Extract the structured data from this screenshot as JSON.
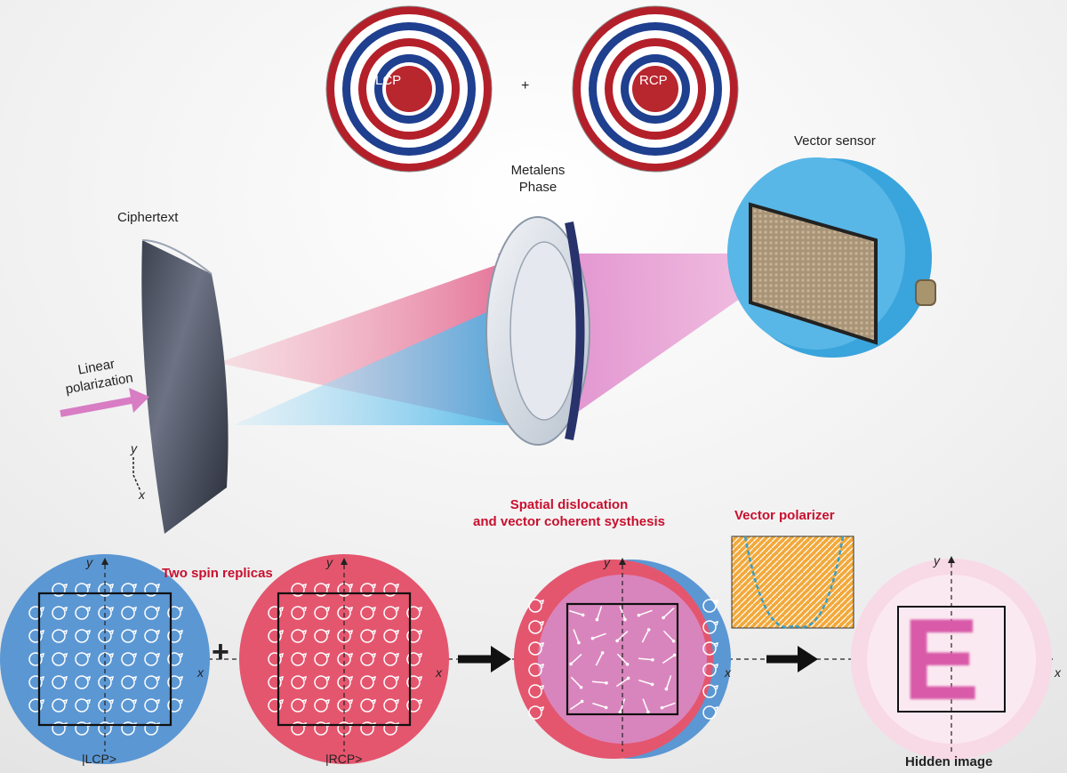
{
  "phase_labels": {
    "left": "LCP",
    "right": "RCP",
    "plus": "+"
  },
  "metalens_label": [
    "Metalens",
    "Phase"
  ],
  "vector_sensor_label": "Vector sensor",
  "ciphertext_label": "Ciphertext",
  "input_label": [
    "Linear",
    "polarization"
  ],
  "axes": {
    "x": "x",
    "y": "y"
  },
  "synthesis_label": [
    "Spatial dislocation",
    "and vector coherent systhesis"
  ],
  "two_spin_label": "Two spin replicas",
  "vector_polarizer_label": "Vector polarizer",
  "bottom": {
    "lcp_caption": "|LCP>",
    "rcp_caption": "|RCP>",
    "plus": "+",
    "hidden_caption": "Hidden image",
    "hidden_letter": "E"
  },
  "colors": {
    "blue": "#5b97d3",
    "red": "#e4566e",
    "pink": "#d985bd",
    "accent_red": "#c8102e",
    "sensor_blue": "#3aa4dc"
  }
}
